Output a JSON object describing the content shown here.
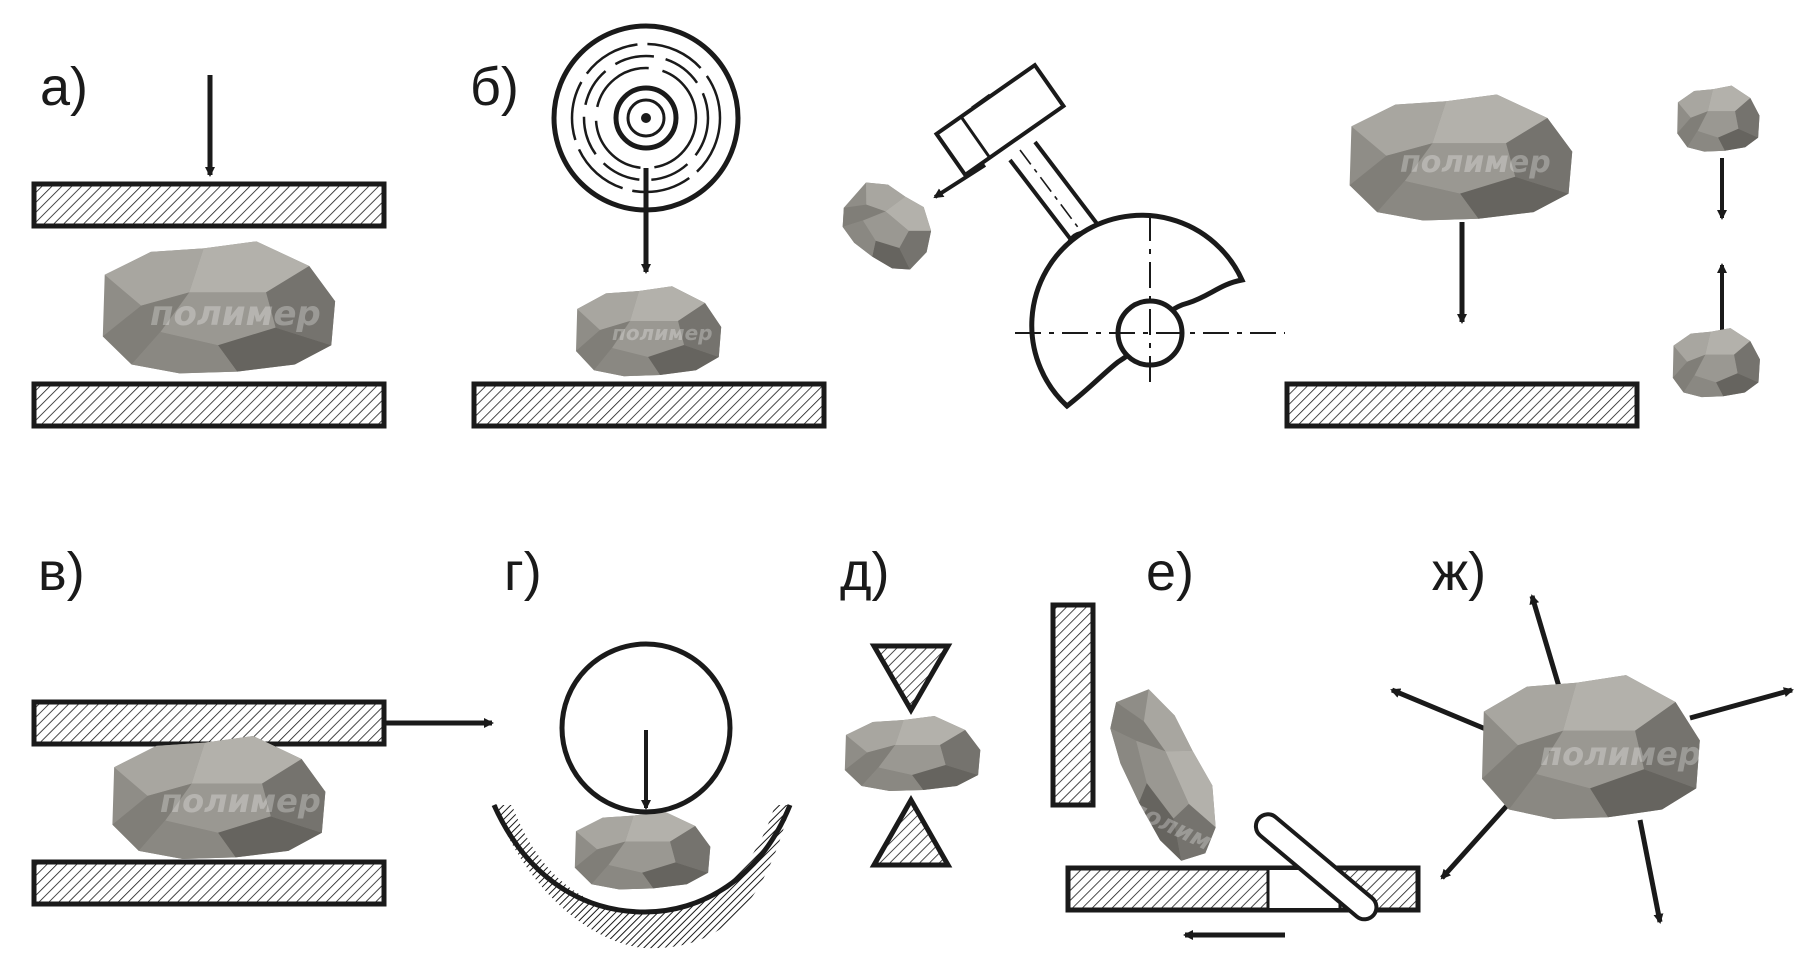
{
  "labels": {
    "a": "а)",
    "b": "б)",
    "v": "в)",
    "g": "г)",
    "d": "д)",
    "e": "е)",
    "zh": "ж)"
  },
  "watermark": "полимер",
  "colors": {
    "stroke": "#1a1a1a",
    "rock_light": "#a8a6a0",
    "rock_mid": "#8f8d87",
    "rock_dark": "#6f6d68",
    "hatch": "#1a1a1a",
    "background": "#ffffff"
  }
}
